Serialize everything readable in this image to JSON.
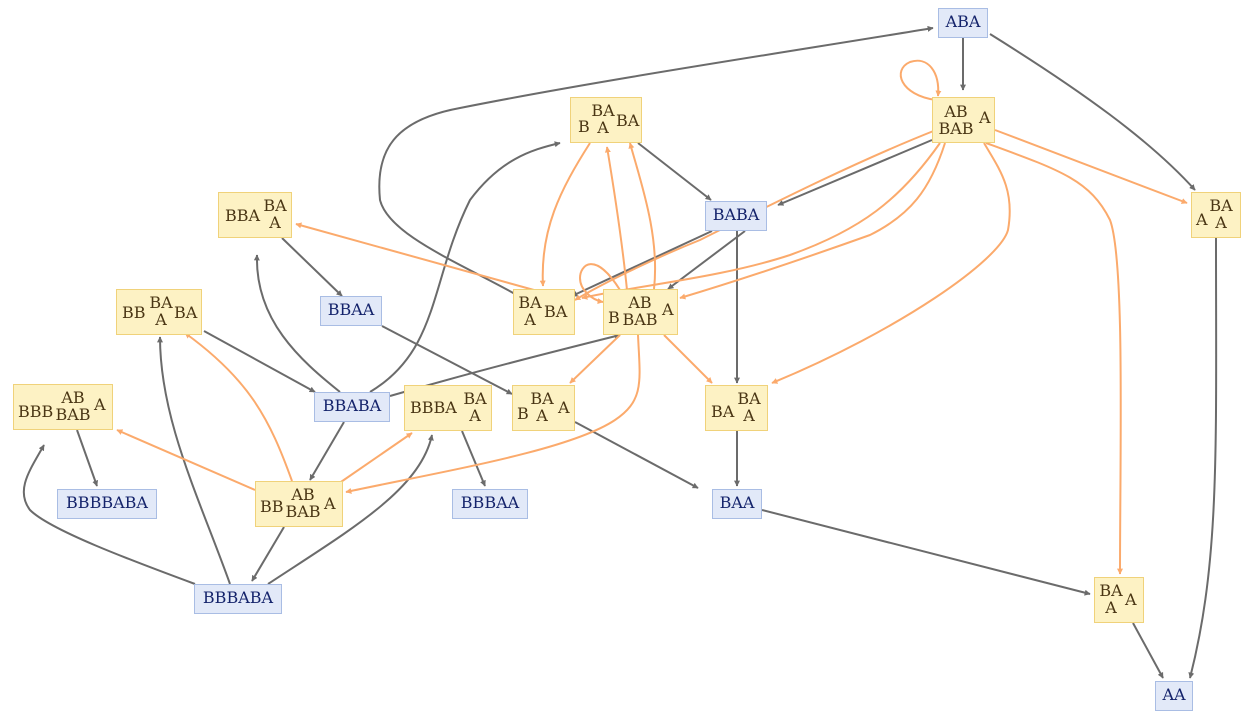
{
  "colors": {
    "edge_gray": "#6b6b6b",
    "edge_orange": "#fbaa6c",
    "string_node_fill": "#e2e9f8",
    "string_node_border": "#a9bde4",
    "string_node_text": "#14236b",
    "token_node_fill": "#fdf2c4",
    "token_node_border": "#f0d27a",
    "token_node_text": "#4a3614"
  },
  "nodes": {
    "aba": {
      "label": "ABA"
    },
    "baba": {
      "label": "BABA"
    },
    "bbaa": {
      "label": "BBAA"
    },
    "bbaba": {
      "label": "BBABA"
    },
    "baa": {
      "label": "BAA"
    },
    "aa": {
      "label": "AA"
    },
    "bbbbaba": {
      "label": "BBBBABA"
    },
    "bbbaa": {
      "label": "BBBAA"
    },
    "bbbaba": {
      "label": "BBBABA"
    },
    "t_abbab_a": {
      "pre": "",
      "top": "AB",
      "bot": "BAB",
      "suf": "A"
    },
    "t_b_ba_a_ba": {
      "pre": "B",
      "top": "BA",
      "bot": "A",
      "suf": "BA"
    },
    "t_bba_ba_a": {
      "pre": "BBA",
      "top": "BA",
      "bot": "A",
      "suf": ""
    },
    "t_bb_ba_a_ba": {
      "pre": "BB",
      "top": "BA",
      "bot": "A",
      "suf": "BA"
    },
    "t_bbb_ab_bab_a": {
      "pre": "BBB",
      "top": "AB",
      "bot": "BAB",
      "suf": "A"
    },
    "t_ba_a_ba": {
      "pre": "",
      "top": "BA",
      "bot": "A",
      "suf": "BA"
    },
    "t_b_ab_bab_a": {
      "pre": "B",
      "top": "AB",
      "bot": "BAB",
      "suf": "A"
    },
    "t_bbba_ba_a": {
      "pre": "BBBA",
      "top": "BA",
      "bot": "A",
      "suf": ""
    },
    "t_b_ba_a_a": {
      "pre": "B",
      "top": "BA",
      "bot": "A",
      "suf": "A"
    },
    "t_ba_ba_a": {
      "pre": "BA",
      "top": "BA",
      "bot": "A",
      "suf": ""
    },
    "t_a_ba_a": {
      "pre": "A",
      "top": "BA",
      "bot": "A",
      "suf": ""
    },
    "t_bb_ab_bab_a": {
      "pre": "BB",
      "top": "AB",
      "bot": "BAB",
      "suf": "A"
    },
    "t_ba_a_a": {
      "pre": "",
      "top": "BA",
      "bot": "A",
      "suf": "A"
    }
  }
}
